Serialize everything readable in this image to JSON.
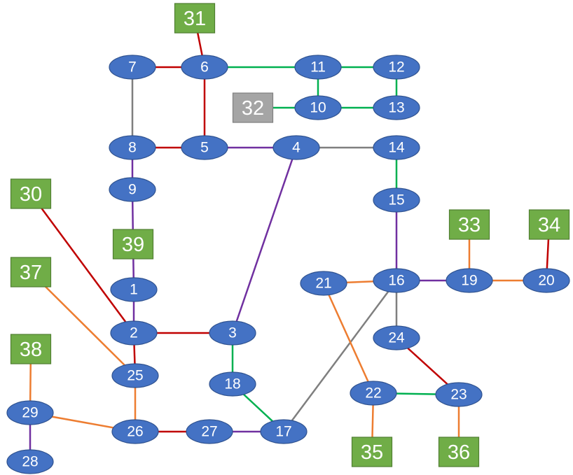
{
  "colors": {
    "bus": "#4472C4",
    "bus_stroke": "#2F528F",
    "gen": "#70AD47",
    "gen_stroke": "#507E32",
    "gen_alt": "#A5A5A5",
    "gen_alt_stroke": "#7F7F7F",
    "red": "#C00000",
    "green": "#00B050",
    "purple": "#7030A0",
    "gray": "#7F7F7F",
    "orange": "#ED7D31"
  },
  "buses": [
    "1",
    "2",
    "3",
    "4",
    "5",
    "6",
    "7",
    "8",
    "9",
    "10",
    "11",
    "12",
    "13",
    "14",
    "15",
    "16",
    "17",
    "18",
    "19",
    "20",
    "21",
    "22",
    "23",
    "24",
    "25",
    "26",
    "27",
    "28",
    "29"
  ],
  "generators": [
    {
      "label": "30",
      "shade": "gen"
    },
    {
      "label": "31",
      "shade": "gen"
    },
    {
      "label": "32",
      "shade": "gen_alt"
    },
    {
      "label": "33",
      "shade": "gen"
    },
    {
      "label": "34",
      "shade": "gen"
    },
    {
      "label": "35",
      "shade": "gen"
    },
    {
      "label": "36",
      "shade": "gen"
    },
    {
      "label": "37",
      "shade": "gen"
    },
    {
      "label": "38",
      "shade": "gen"
    },
    {
      "label": "39",
      "shade": "gen"
    }
  ],
  "edges": [
    {
      "from": "31",
      "to": "6",
      "color": "red"
    },
    {
      "from": "7",
      "to": "6",
      "color": "red"
    },
    {
      "from": "6",
      "to": "11",
      "color": "green"
    },
    {
      "from": "11",
      "to": "12",
      "color": "green"
    },
    {
      "from": "11",
      "to": "10",
      "color": "green"
    },
    {
      "from": "12",
      "to": "13",
      "color": "green"
    },
    {
      "from": "32",
      "to": "10",
      "color": "green"
    },
    {
      "from": "10",
      "to": "13",
      "color": "green"
    },
    {
      "from": "7",
      "to": "8",
      "color": "gray"
    },
    {
      "from": "6",
      "to": "5",
      "color": "red"
    },
    {
      "from": "8",
      "to": "5",
      "color": "red"
    },
    {
      "from": "5",
      "to": "4",
      "color": "purple"
    },
    {
      "from": "4",
      "to": "14",
      "color": "gray"
    },
    {
      "from": "14",
      "to": "15",
      "color": "green"
    },
    {
      "from": "8",
      "to": "9",
      "color": "purple"
    },
    {
      "from": "9",
      "to": "39",
      "color": "purple"
    },
    {
      "from": "39",
      "to": "1",
      "color": "purple"
    },
    {
      "from": "1",
      "to": "2",
      "color": "purple"
    },
    {
      "from": "30",
      "to": "2",
      "color": "red"
    },
    {
      "from": "4",
      "to": "3",
      "color": "purple"
    },
    {
      "from": "2",
      "to": "3",
      "color": "red"
    },
    {
      "from": "3",
      "to": "18",
      "color": "green"
    },
    {
      "from": "18",
      "to": "17",
      "color": "green"
    },
    {
      "from": "37",
      "to": "25",
      "color": "orange"
    },
    {
      "from": "2",
      "to": "25",
      "color": "red"
    },
    {
      "from": "25",
      "to": "26",
      "color": "orange"
    },
    {
      "from": "38",
      "to": "29",
      "color": "orange"
    },
    {
      "from": "29",
      "to": "26",
      "color": "orange"
    },
    {
      "from": "29",
      "to": "28",
      "color": "purple"
    },
    {
      "from": "26",
      "to": "27",
      "color": "red"
    },
    {
      "from": "27",
      "to": "17",
      "color": "purple"
    },
    {
      "from": "15",
      "to": "16",
      "color": "purple"
    },
    {
      "from": "21",
      "to": "16",
      "color": "orange"
    },
    {
      "from": "16",
      "to": "19",
      "color": "purple"
    },
    {
      "from": "33",
      "to": "19",
      "color": "orange"
    },
    {
      "from": "19",
      "to": "20",
      "color": "orange"
    },
    {
      "from": "34",
      "to": "20",
      "color": "red"
    },
    {
      "from": "16",
      "to": "24",
      "color": "gray"
    },
    {
      "from": "16",
      "to": "17",
      "color": "gray"
    },
    {
      "from": "24",
      "to": "23",
      "color": "red"
    },
    {
      "from": "21",
      "to": "22",
      "color": "orange"
    },
    {
      "from": "22",
      "to": "23",
      "color": "green"
    },
    {
      "from": "22",
      "to": "35",
      "color": "orange"
    },
    {
      "from": "23",
      "to": "36",
      "color": "orange"
    }
  ]
}
